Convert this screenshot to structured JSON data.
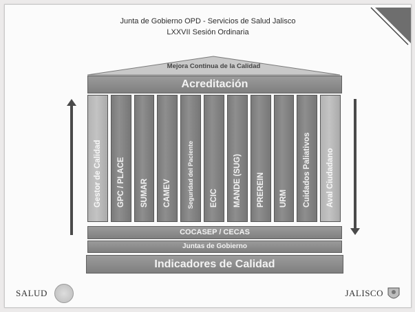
{
  "header": {
    "title_line1": "Junta de Gobierno OPD - Servicios de Salud Jalisco",
    "title_line2": "LXXVII Sesión Ordinaria"
  },
  "diagram": {
    "roof": "Mejora Continua de la Calidad",
    "top_band": "Acreditación",
    "pillars": [
      "Gestor de Calidad",
      "GPC / PLACE",
      "SUMAR",
      "CAMEV",
      "Seguridad del Paciente",
      "ECIC",
      "MANDE (SUG)",
      "PREREIN",
      "URM",
      "Cuidados Paliativos",
      "Aval Ciudadano"
    ],
    "base_band1": "COCASEP / CECAS",
    "base_band2": "Juntas de Gobierno",
    "base_band3": "Indicadores de Calidad"
  },
  "footer": {
    "left_logo": "SALUD",
    "right_logo": "JALISCO"
  }
}
